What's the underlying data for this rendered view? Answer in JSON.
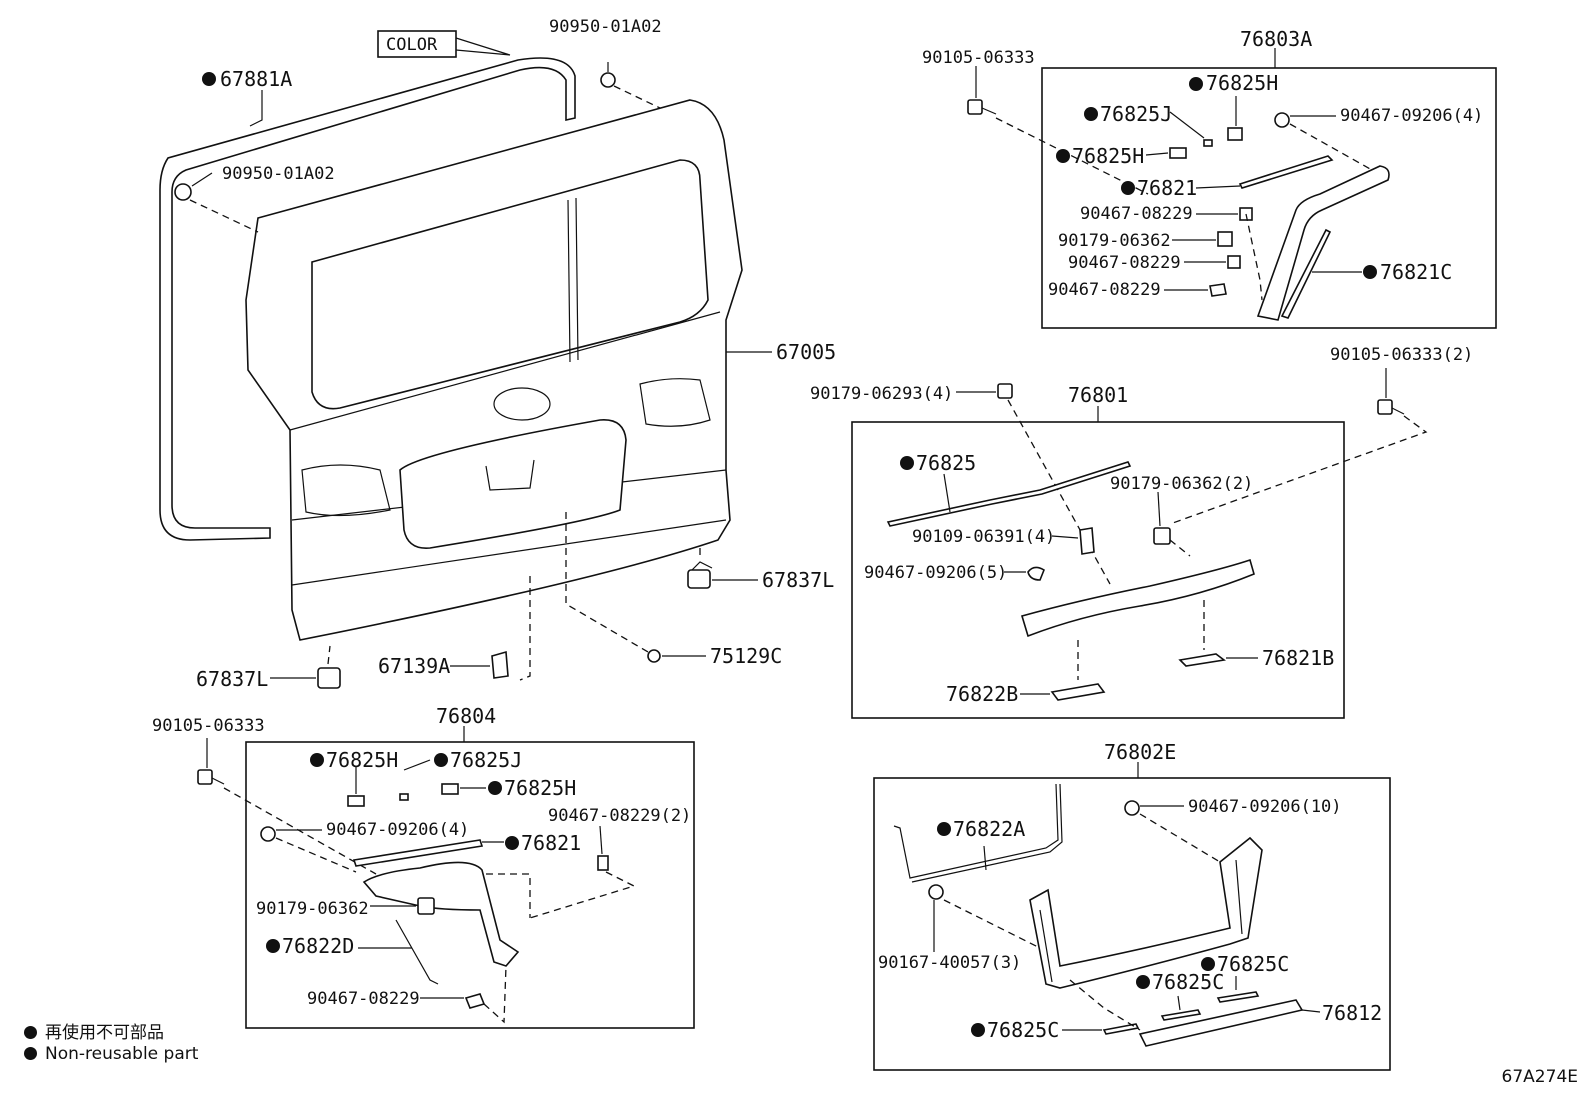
{
  "labels": {
    "color_tag": "COLOR",
    "p_67881A": "67881A",
    "p_9095001A02_top": "90950-01A02",
    "p_9095001A02_left": "90950-01A02",
    "p_67005": "67005",
    "p_67837L_right": "67837L",
    "p_67837L_left": "67837L",
    "p_67139A": "67139A",
    "p_75129C": "75129C",
    "p_76803A": "76803A",
    "p_9010506333_tr": "90105-06333",
    "p_76825H_a": "76825H",
    "p_76825J_a": "76825J",
    "p_76825H_b": "76825H",
    "p_76821_a": "76821",
    "p_9046708229_a1": "90467-08229",
    "p_9017906362_a": "90179-06362",
    "p_9046708229_a2": "90467-08229",
    "p_9046708229_a3": "90467-08229",
    "p_9046709206_a": "90467-09206(4)",
    "p_76821C": "76821C",
    "p_9010506333_2": "90105-06333(2)",
    "p_76801": "76801",
    "p_9017906293": "90179-06293(4)",
    "p_76825": "76825",
    "p_9017906362_2": "90179-06362(2)",
    "p_9010906391": "90109-06391(4)",
    "p_9046709206_5": "90467-09206(5)",
    "p_76821B": "76821B",
    "p_76822B": "76822B",
    "p_76804": "76804",
    "p_9010506333_bl": "90105-06333",
    "p_76825H_c": "76825H",
    "p_76825J_c": "76825J",
    "p_76825H_d": "76825H",
    "p_9046709206_c": "90467-09206(4)",
    "p_9046708229_2": "90467-08229(2)",
    "p_76821_c": "76821",
    "p_9017906362_c": "90179-06362",
    "p_76822D": "76822D",
    "p_9046708229_c": "90467-08229",
    "p_76802E": "76802E",
    "p_76822A": "76822A",
    "p_9046709206_10": "90467-09206(10)",
    "p_9016740057": "90167-40057(3)",
    "p_76825C_a": "76825C",
    "p_76825C_b": "76825C",
    "p_76825C_c": "76825C",
    "p_76812": "76812"
  },
  "legend": {
    "line1": "再使用不可部品",
    "line2": "Non-reusable part"
  },
  "figure_ref": "67A274E"
}
